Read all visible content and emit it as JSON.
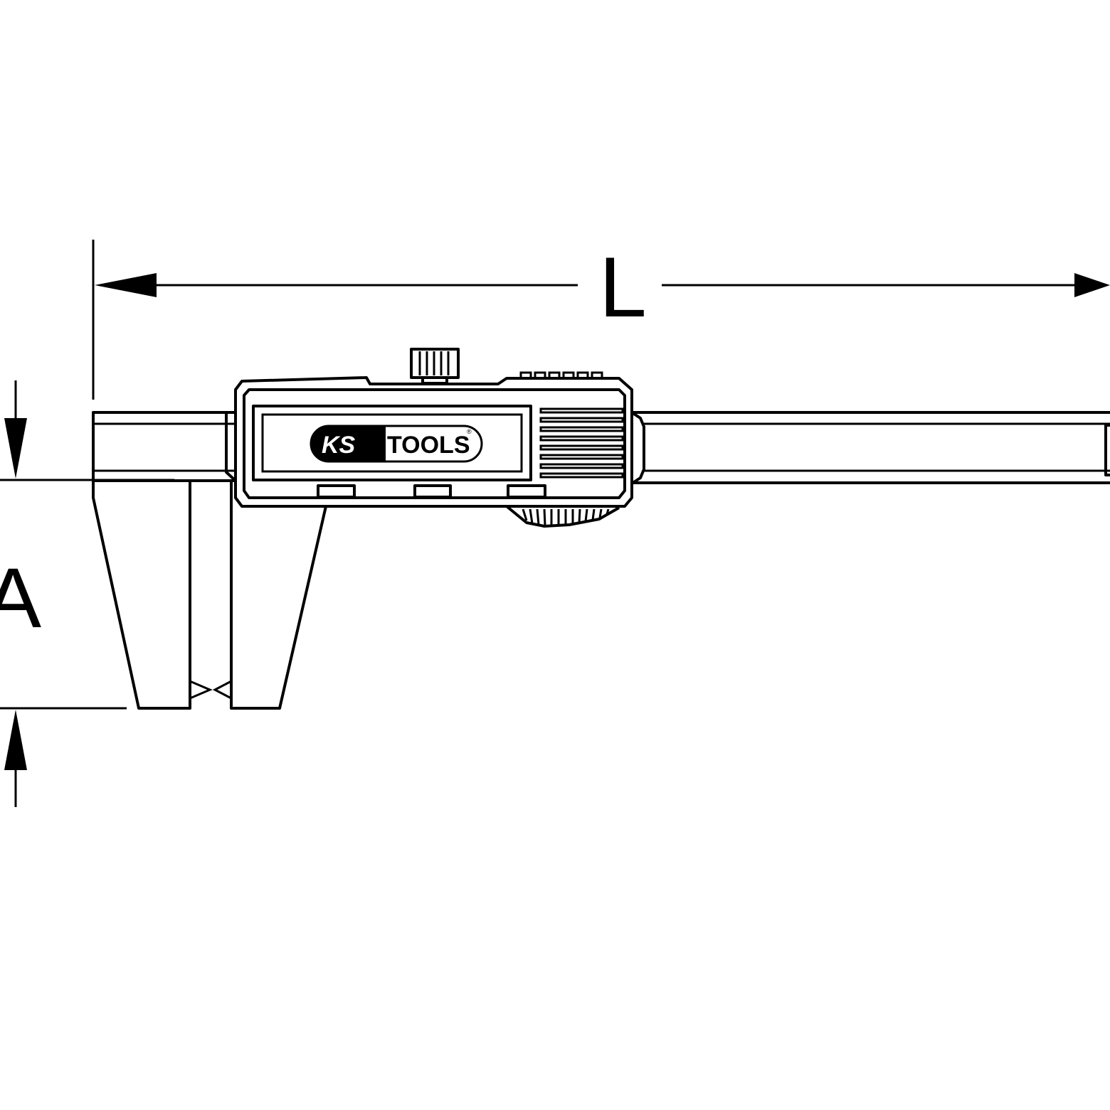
{
  "diagram": {
    "dimension_labels": {
      "length": "L",
      "jaw_depth": "A"
    },
    "logo": {
      "part1": "KS",
      "part2": "TOOLS",
      "registered": "®"
    },
    "colors": {
      "line": "#000000",
      "background": "#ffffff"
    }
  }
}
